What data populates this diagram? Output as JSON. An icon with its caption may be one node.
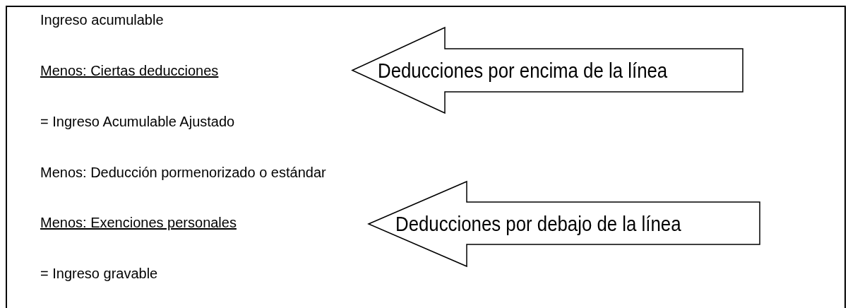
{
  "diagram": {
    "nodes": [
      {
        "text": [
          "Ingreso acumulable",
          "Menos: Ciertas deducciones",
          "= Ingreso Acumulable Ajustado",
          "Menos: Deducción pormenorizado o estándar",
          "Menos: Exenciones personales",
          "= Ingreso gravable"
        ]
      },
      {
        "text": [
          "Deducciones por encima de la línea"
        ],
        "in": 0
      },
      {
        "text": [
          "Deducciones por debajo de la línea"
        ],
        "in": 0
      }
    ]
  }
}
